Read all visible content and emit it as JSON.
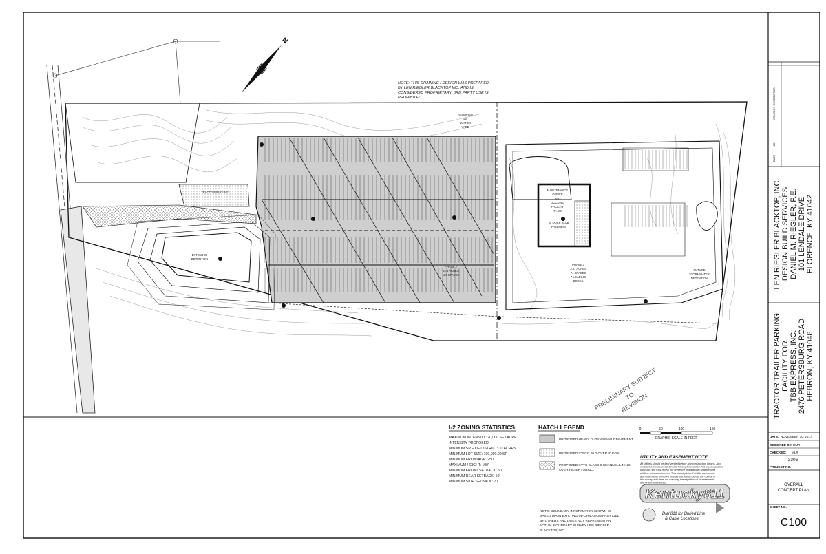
{
  "note": {
    "line1": "NOTE: THIS DRAWING / DESIGN WAS PREPARED",
    "line2": "BY LEN RIEGLER BLACKTOP INC. AND IS",
    "line3": "CONSIDERED PROPRIETARY.  3RD PARTY USE IS",
    "line4": "PROHIBITED."
  },
  "site_labels": {
    "tractor_parking": "TRACTOR PARKING",
    "maintenance": [
      "MAINTENANCE",
      "OFFICE",
      "AND",
      "DOCKING",
      "FACILITY",
      "FF=887"
    ],
    "phase2": [
      "PHASE 2",
      "5.71 ACRES",
      "196 SPACES"
    ],
    "phase3": [
      "PHASE 3",
      "3.81 ACRES",
      "74 SPACES",
      "7 LOADING",
      "DOCKS"
    ],
    "future_detention": [
      "FUTURE",
      "STORMWATER",
      "DETENTION"
    ],
    "extended_detention": [
      "EXTENDED",
      "DETENTION"
    ],
    "required_buffer": [
      "REQUIRED",
      "50'",
      "BUFFER",
      "YARD"
    ],
    "dock_pavement": [
      "6\" DOCK SLAB",
      "PAVEMENT"
    ],
    "preliminary": [
      "PRELIMINARY  SUBJECT",
      "TO",
      "REVISION"
    ]
  },
  "zoning": {
    "title": "I-2 ZONING STATISTICS:",
    "lines": [
      "MAXIMUM INTENSITY: 20,000 SF / ACRE",
      "INTENSITY PROPOSED:",
      "MINIMUM SIZE OF DISTRICT: 10 ACRES",
      "MINIMUM LOT SIZE: 100,000.00 SF",
      "MINIMUM FRONTAGE: 250'",
      "MAXIMUM HEIGHT: 100'",
      "MINIMUM FRONT SETBACK: 50'",
      "MINIMUM REAR SETBACK: 50'",
      "MINIMUM SIDE SETBACK: 20'"
    ]
  },
  "hatch_legend": {
    "title": "HATCH LEGEND",
    "items": [
      "PROPOSED HEAVY DUTY ASPHALT PAVEMENT",
      "PROPOSED 7\" PCC PAD OVER 4\" DGA.",
      "PROPOSED KYTC CLASS II CHANNEL LINING"
    ],
    "item3_line2": "OVER FILTER FABRIC."
  },
  "boundary_note": [
    "NOTE: BOUNDARY INFORMATION SHOWN IS",
    "BASED UPON EXISTING INFORMATION PROVIDED",
    "BY OTHERS AND DOES NOT REPRESENT AN",
    "ACTUAL BOUNDARY SURVEY LEN RIEGLER",
    "BLACKTOP, INC."
  ],
  "scale": {
    "ticks": [
      "0",
      "50",
      "100",
      "150"
    ],
    "label": "GRAPHIC SCALE IN FEET"
  },
  "utility_note": {
    "title": "UTILITY AND EASEMENT NOTE",
    "lines": [
      "All utilities should be field verified before any construction begins. Any",
      "contractor, owner, or designer is hereby forewarned that any excavation",
      "upon this site may reveal the presence of additional underground",
      "utilities not shown hereon. This plat depicts all visible easements",
      "and easements of record only as discovered during the course of",
      "this survey and does not warranty the depiction of all easements",
      "and or encumbrances."
    ]
  },
  "kentucky811": {
    "logo": "Kentucky811",
    "line1": "Dial 811 for Buried Line",
    "line2": "& Cable Locations"
  },
  "title_block": {
    "revision_header": "REVISION DESCRIPTION",
    "no_header": "NO.",
    "date_header": "DATE",
    "company": [
      "LEN RIEGLER BLACKTOP, INC.",
      "DESIGN BUILD SERVICES",
      "DANIEL M. RIEGLER, P.E.",
      "101 LENDALE DRIVE",
      "FLORENCE, KY 41042"
    ],
    "project": [
      "TRACTOR TRAILER PARKING",
      "FACILITY FOR",
      "TBB EXPRESS, INC.",
      "2476 PETERSBURG ROAD",
      "HEBRON, KY 41048"
    ],
    "date_label": "DATE:",
    "date_value": "NOVEMBER 30, 2017",
    "designed_label": "DESIGNED BY:",
    "designed_value": "DMR",
    "checked_label": "CHECKED:",
    "checked_value": "MLR",
    "project_no": "3306",
    "project_label": "PROJECT NO.",
    "sheet_title": [
      "OVERALL",
      "CONCEPT PLAN"
    ],
    "sheet_no_label": "SHEET NO.",
    "sheet_no": "C100"
  },
  "colors": {
    "line": "#1a1a1a",
    "pavement": "#c9c9c9",
    "paper": "#ffffff"
  }
}
